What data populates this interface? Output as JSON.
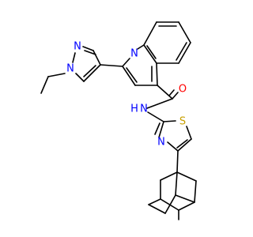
{
  "molecule": {
    "atoms": {
      "quinoline_n": "N",
      "pyrazole_n2": "N",
      "pyrazole_n1": "N",
      "carbonyl_o": "O",
      "amide_n": "N",
      "amide_h": "H",
      "thiazole_s": "S",
      "thiazole_n": "N"
    },
    "colors": {
      "bond": "#000000",
      "nitrogen": "#0000ff",
      "oxygen": "#ff0000",
      "sulfur": "#c8a000"
    }
  }
}
